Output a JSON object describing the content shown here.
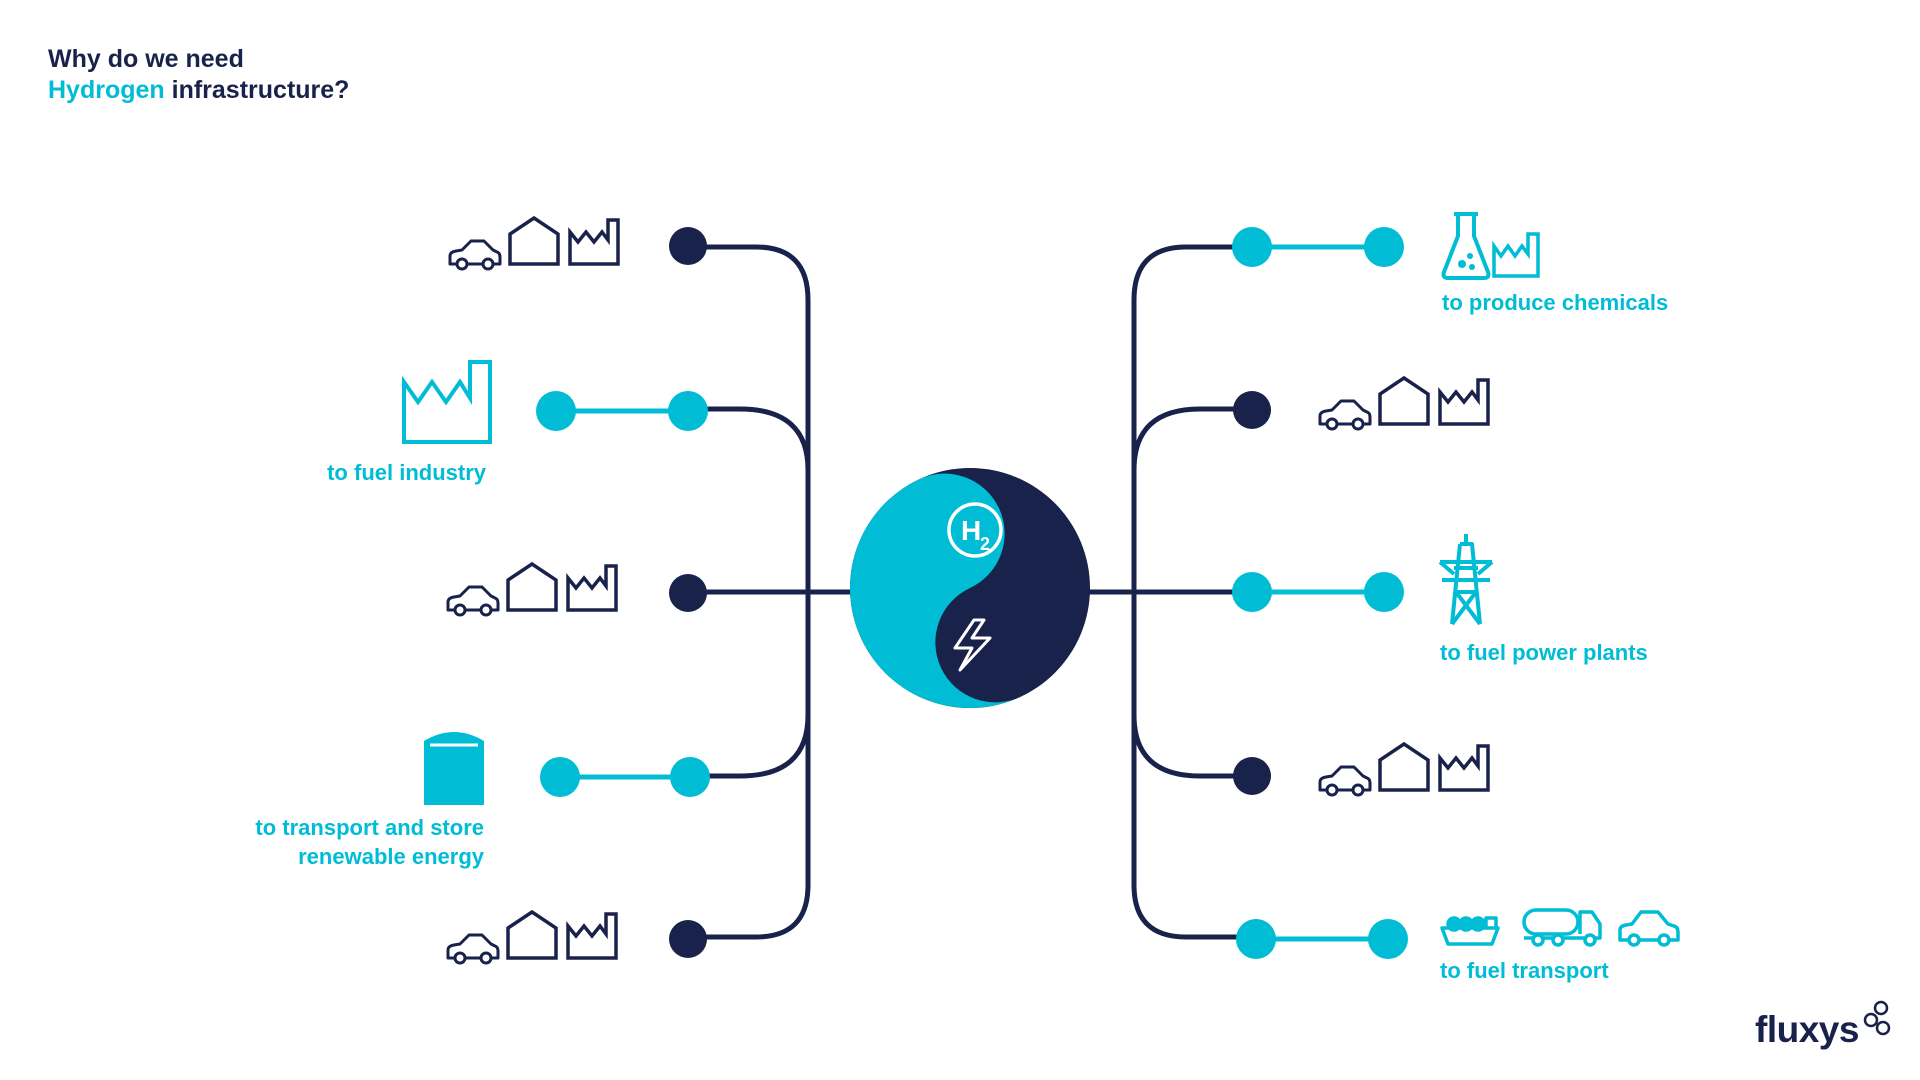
{
  "title": {
    "line1": "Why do we need",
    "highlight": "Hydrogen",
    "line2_rest": " infrastructure?"
  },
  "labels": {
    "fuel_industry": "to fuel industry",
    "transport_store_1": "to transport and store",
    "transport_store_2": "renewable energy",
    "produce_chemicals": "to produce chemicals",
    "fuel_power_plants": "to fuel power plants",
    "fuel_transport": "to fuel transport"
  },
  "logo": {
    "text": "fluxys"
  },
  "colors": {
    "navy": "#18224a",
    "cyan": "#00bcd4",
    "background": "#ffffff"
  },
  "icons": {
    "center": [
      "hydrogen-h2-icon",
      "lightning-bolt-icon"
    ],
    "consumers": [
      "car-icon",
      "house-icon",
      "factory-icon"
    ],
    "uses": [
      "factory-icon",
      "storage-tank-icon",
      "chemistry-flask-icon",
      "power-pylon-icon",
      "ship-icon",
      "tanker-truck-icon",
      "car-icon"
    ]
  }
}
